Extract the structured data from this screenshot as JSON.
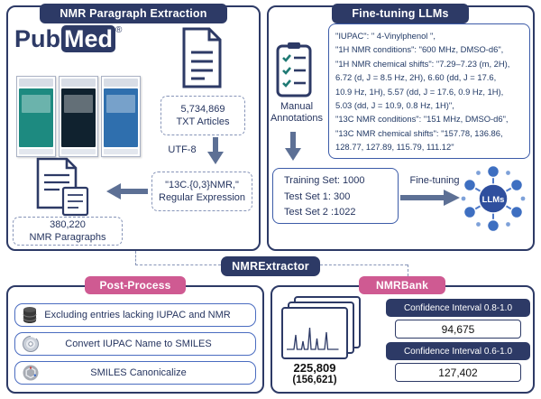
{
  "colors": {
    "navy": "#2d3a66",
    "pink": "#cf5a92",
    "inner_blue": "#4a6cc0",
    "arrow_slate": "#5d7095",
    "node_blue": "#3e6fc1"
  },
  "extractor_badge": "NMRExtractor",
  "panels": {
    "extraction": {
      "title": "NMR Paragraph Extraction",
      "pubmed": {
        "part1": "Pub",
        "part2": "Med",
        "reg": "®"
      },
      "txt_articles": {
        "line1": "5,734,869",
        "line2": "TXT Articles"
      },
      "utf8_label": "UTF-8",
      "regex_box": {
        "line1": "\"13C.{0,3}NMR,\"",
        "line2": "Regular Expression"
      },
      "paragraphs_box": {
        "line1": "380,220",
        "line2": "NMR Paragraphs"
      }
    },
    "finetuning": {
      "title": "Fine-tuning LLMs",
      "manual_annotations": "Manual Annotations",
      "annotation_lines": [
        "\"IUPAC\": \" 4-Vinylphenol \",",
        "\"1H NMR conditions\": \"600 MHz, DMSO-d6\",",
        "\"1H NMR chemical shifts\": \"7.29–7.23 (m, 2H),",
        "6.72 (d, J = 8.5 Hz, 2H), 6.60 (dd, J = 17.6,",
        "10.9 Hz, 1H), 5.57 (dd, J = 17.6, 0.9 Hz, 1H),",
        "5.03 (dd, J = 10.9, 0.8 Hz, 1H)\",",
        "\"13C NMR conditions\": \"151 MHz, DMSO-d6\",",
        "\"13C NMR chemical shifts\": \"157.78, 136.86,",
        "128.77, 127.89, 115.79, 111.12\""
      ],
      "training_lines": [
        "Training Set: 1000",
        "Test Set 1: 300",
        "Test Set 2 :1022"
      ],
      "finetuning_label": "Fine-tuning",
      "llms_label": "LLMs"
    },
    "postprocess": {
      "title": "Post-Process",
      "steps": [
        {
          "icon": "database-icon",
          "label": "Excluding entries lacking IUPAC and NMR"
        },
        {
          "icon": "cd-icon",
          "label": "Convert IUPAC Name to SMILES"
        },
        {
          "icon": "rdkit-icon",
          "label": "SMILES Canonicalize"
        }
      ]
    },
    "nmrbank": {
      "title": "NMRBank",
      "count": "225,809",
      "count_sub": "(156,621)",
      "confidence": [
        {
          "label": "Confidence Interval 0.8-1.0",
          "value": "94,675"
        },
        {
          "label": "Confidence Interval 0.6-1.0",
          "value": "127,402"
        }
      ]
    }
  }
}
